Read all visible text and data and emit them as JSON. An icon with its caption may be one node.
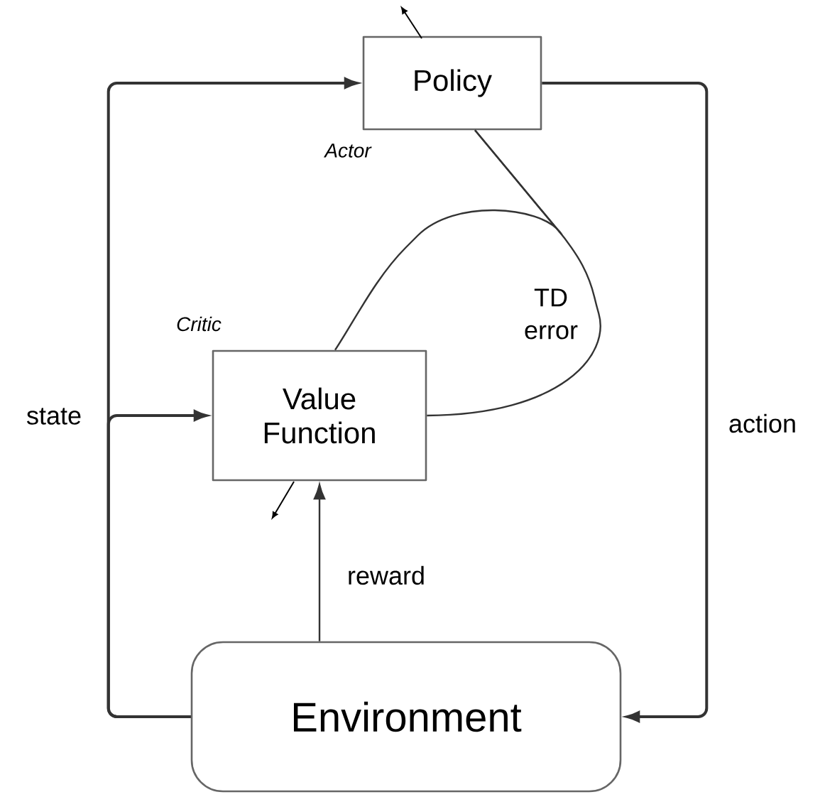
{
  "diagram": {
    "nodes": [
      {
        "text": [
          "Policy"
        ],
        "beside": [
          "Actor"
        ]
      },
      {
        "text": [
          "Value Function"
        ],
        "beside": [
          "Critic"
        ]
      },
      {
        "text": [
          "Environment"
        ]
      }
    ],
    "edges": [
      {
        "from": 2,
        "to": 0,
        "arrow": "to",
        "label": "state"
      },
      {
        "from": 2,
        "to": 1,
        "arrow": "to"
      },
      {
        "from": 0,
        "to": 2,
        "arrow": "to",
        "label": "action"
      },
      {
        "from": 2,
        "to": 1,
        "arrow": "to",
        "label": "reward"
      },
      {
        "from": 1,
        "to": 0,
        "arrow": "none",
        "label": "TD error"
      },
      {
        "from": 1,
        "to": 0,
        "arrow": "none"
      }
    ]
  }
}
